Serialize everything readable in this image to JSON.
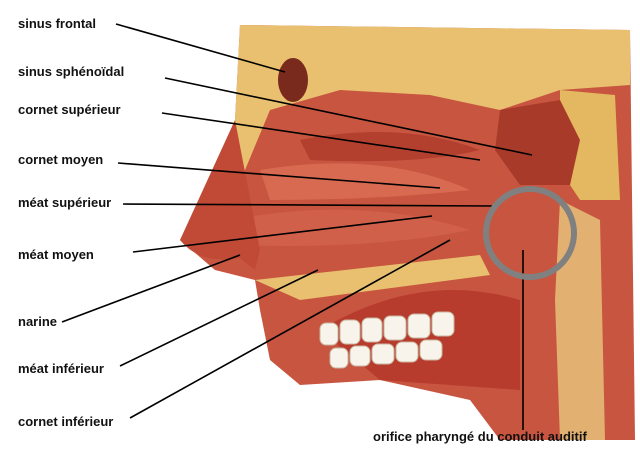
{
  "labels": {
    "sinus_frontal": "sinus frontal",
    "sinus_sphenoidal": "sinus sphénoïdal",
    "cornet_superieur": "cornet supérieur",
    "cornet_moyen": "cornet moyen",
    "meat_superieur": "méat supérieur",
    "meat_moyen": "méat moyen",
    "narine": "narine",
    "meat_inferieur": "méat inférieur",
    "cornet_inferieur": "cornet inférieur",
    "orifice": "orifice pharyngé du conduit auditif"
  },
  "colors": {
    "tissue": "#c8553f",
    "tissue_dark": "#9e3326",
    "bone": "#e8c070",
    "highlight": "#808080"
  }
}
